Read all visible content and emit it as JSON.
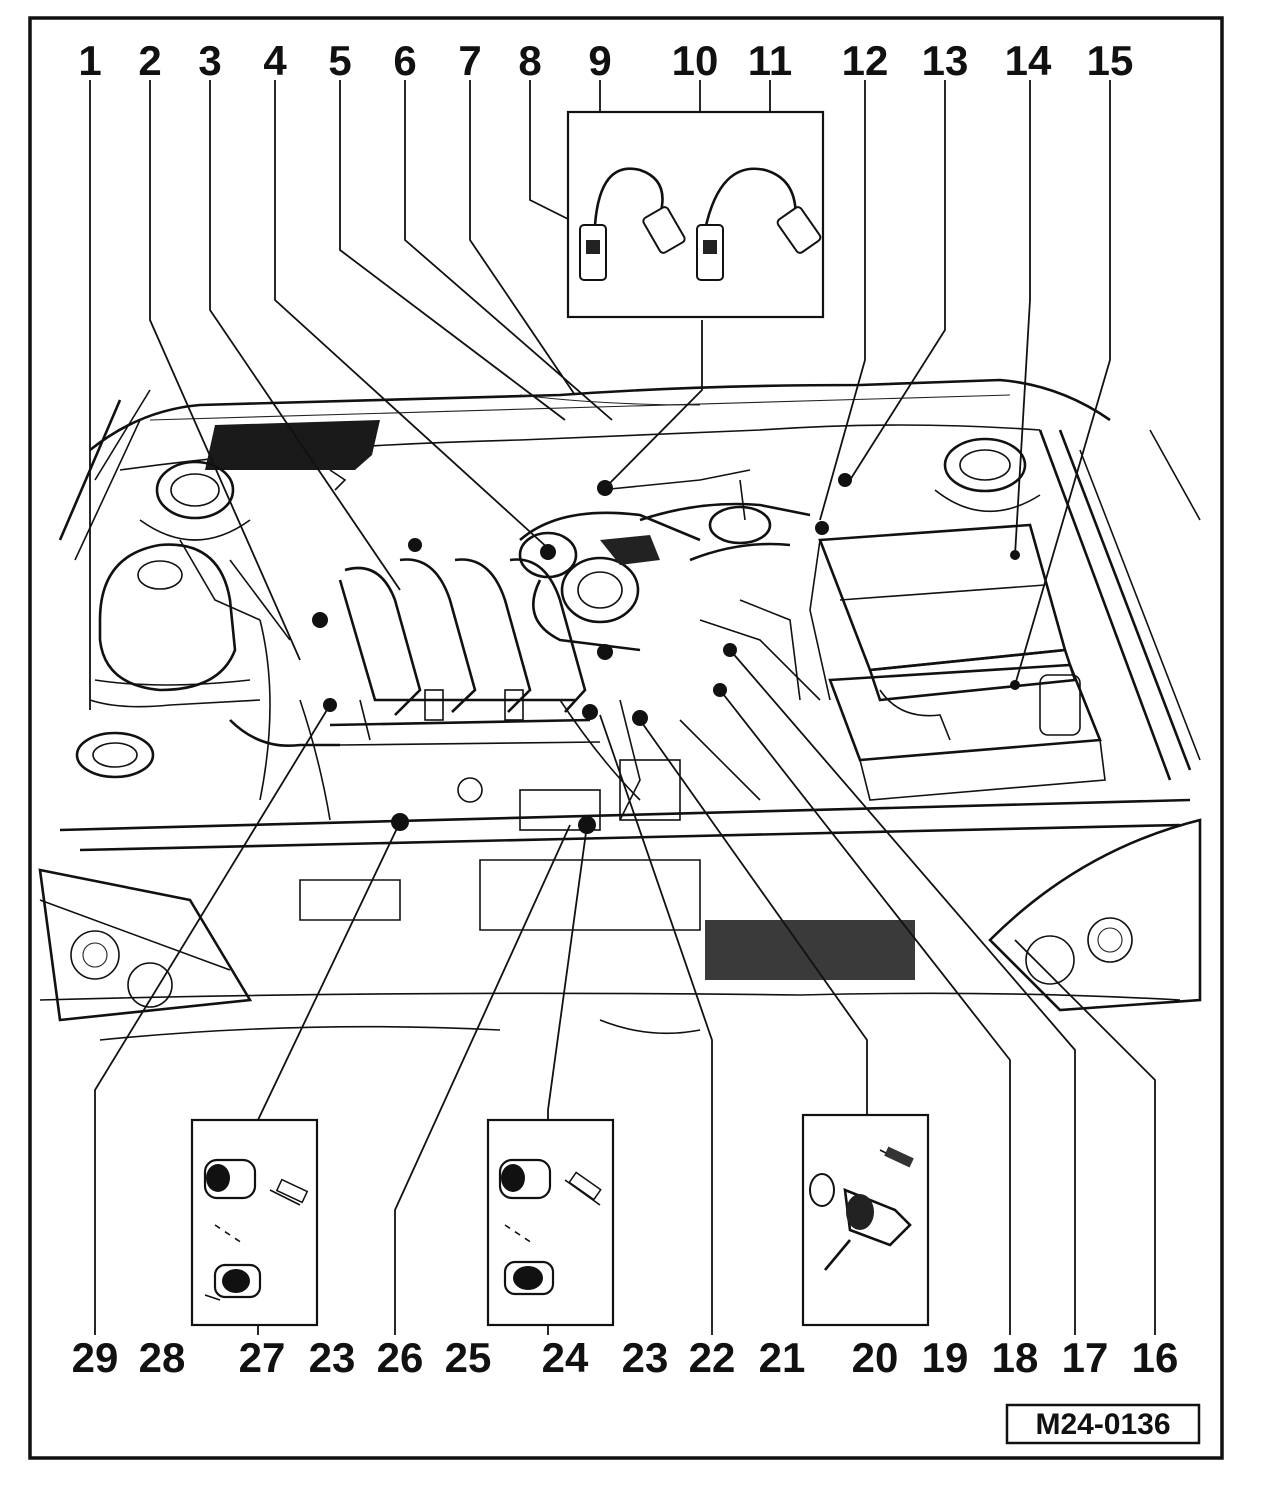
{
  "figure": {
    "reference_code": "M24-0136",
    "top_callouts": [
      "1",
      "2",
      "3",
      "4",
      "5",
      "6",
      "7",
      "8",
      "9",
      "10",
      "11",
      "12",
      "13",
      "14",
      "15"
    ],
    "bottom_callouts": [
      "29",
      "28",
      "27",
      "23",
      "26",
      "25",
      "24",
      "23",
      "22",
      "21",
      "20",
      "19",
      "18",
      "17",
      "16"
    ]
  }
}
